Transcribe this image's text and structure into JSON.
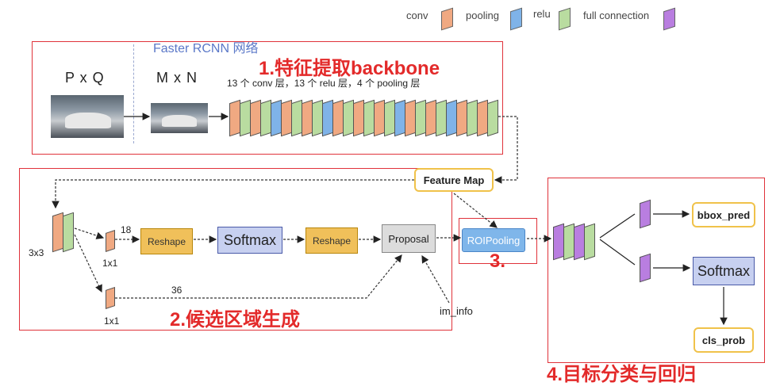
{
  "legend": {
    "conv": "conv",
    "pooling": "pooling",
    "relu": "relu",
    "full_connection": "full connection"
  },
  "colors": {
    "conv": "#f0a982",
    "pooling": "#7fb3e8",
    "relu": "#b9dca0",
    "full_connection": "#b97ee0",
    "red": "#e32a2a"
  },
  "section1": {
    "header": "Faster RCNN 网络",
    "title": "1.特征提取backbone",
    "input_label": "P x Q",
    "resized_label": "M x N",
    "layers_note": "13 个 conv 层，13 个 relu 层，4 个 pooling 层"
  },
  "feature_map": "Feature Map",
  "section2": {
    "title": "2.候选区域生成",
    "conv3x3": "3x3",
    "conv1x1_top": "1x1",
    "conv1x1_bottom": "1x1",
    "channels_top": "18",
    "channels_bottom": "36",
    "reshape1": "Reshape",
    "softmax": "Softmax",
    "reshape2": "Reshape",
    "proposal": "Proposal",
    "im_info": "im_info"
  },
  "section3": {
    "title": "3.",
    "roi_pooling": "ROIPooling"
  },
  "section4": {
    "title": "4.目标分类与回归",
    "bbox_pred": "bbox_pred",
    "softmax": "Softmax",
    "cls_prob": "cls_prob"
  }
}
